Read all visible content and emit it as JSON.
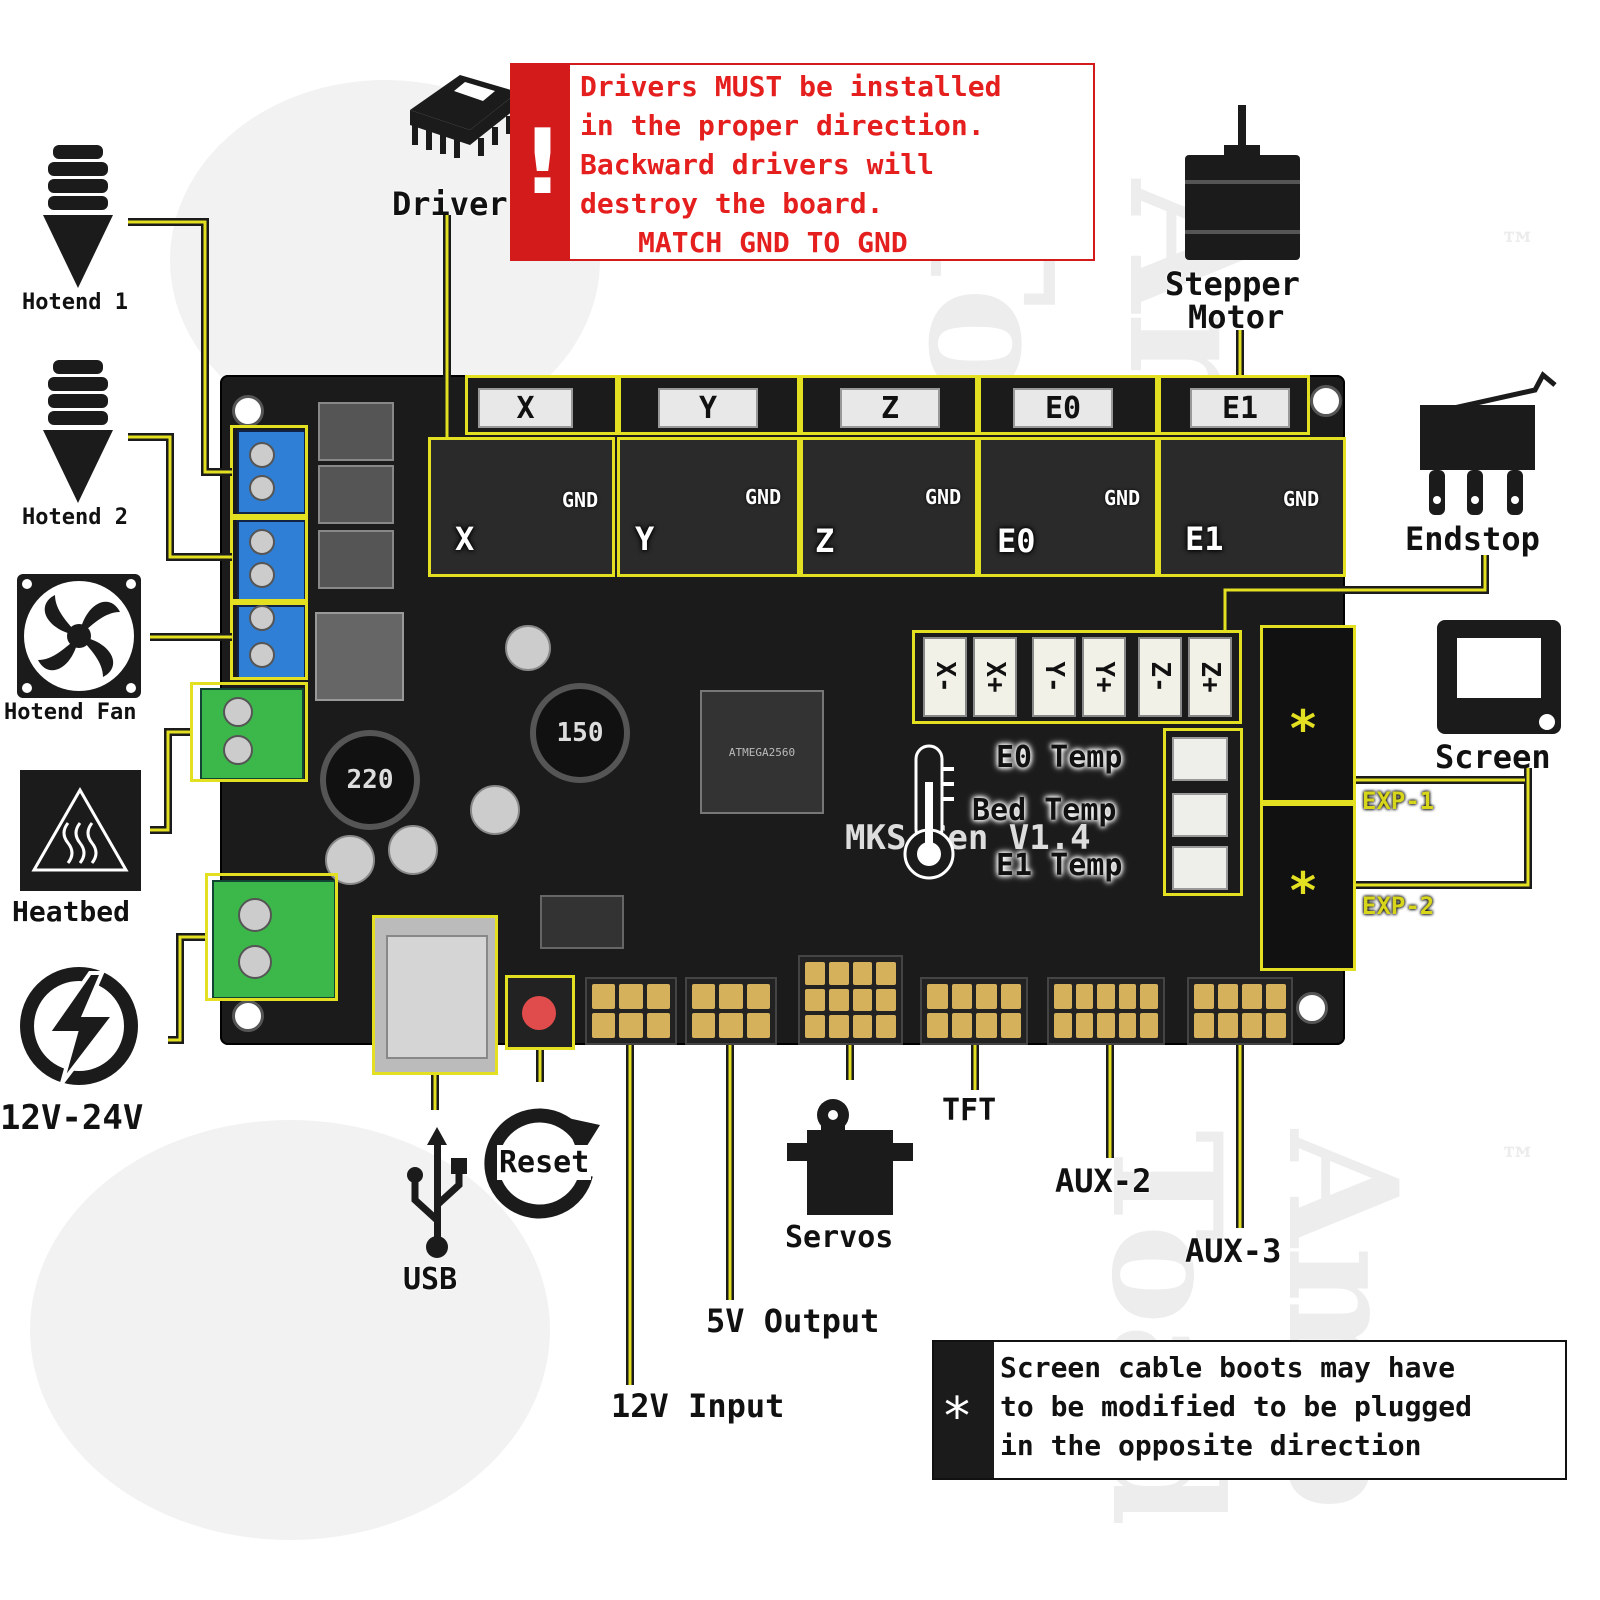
{
  "watermark": {
    "text": "Amp Toad",
    "tm": "™"
  },
  "warning": {
    "mark": "!",
    "lines": [
      "Drivers MUST be installed",
      "in  the  proper  direction.",
      "Backward  drivers  will",
      "destroy  the  board.",
      "MATCH  GND  TO  GND"
    ]
  },
  "note": {
    "star": "*",
    "lines": [
      "Screen  cable  boots  may  have",
      "to be modified  to be  plugged",
      "in the opposite direction"
    ]
  },
  "labels": {
    "driver": "Driver",
    "stepper_motor_line1": "Stepper",
    "stepper_motor_line2": "Motor",
    "hotend1": "Hotend 1",
    "hotend2": "Hotend 2",
    "hotend_fan": "Hotend Fan",
    "heatbed": "Heatbed",
    "power": "12V-24V",
    "endstop": "Endstop",
    "screen": "Screen",
    "exp1": "EXP-1",
    "exp2": "EXP-2",
    "usb": "USB",
    "reset": "Reset",
    "servos": "Servos",
    "tft": "TFT",
    "aux2": "AUX-2",
    "aux3": "AUX-3",
    "output_5v": "5V Output",
    "input_12v": "12V Input"
  },
  "board": {
    "name": "MKS Gen V1.4",
    "chip": "ATMEGA2560",
    "inductor1": "220",
    "inductor2": "150",
    "motor_connectors": [
      "X",
      "Y",
      "Z",
      "E0",
      "E1"
    ],
    "drivers": [
      "X",
      "Y",
      "Z",
      "E0",
      "E1"
    ],
    "gnd": "GND",
    "endstops": [
      "X-",
      "X+",
      "Y-",
      "Y+",
      "Z-",
      "Z+"
    ],
    "temps": [
      "E0 Temp",
      "Bed Temp",
      "E1 Temp"
    ],
    "star": "*"
  },
  "colors": {
    "highlight": "#e3e021",
    "warning": "#d31b1b",
    "board": "#1b1b1b",
    "terminal_blue": "#2f7fd6",
    "terminal_green": "#3cb84a"
  }
}
